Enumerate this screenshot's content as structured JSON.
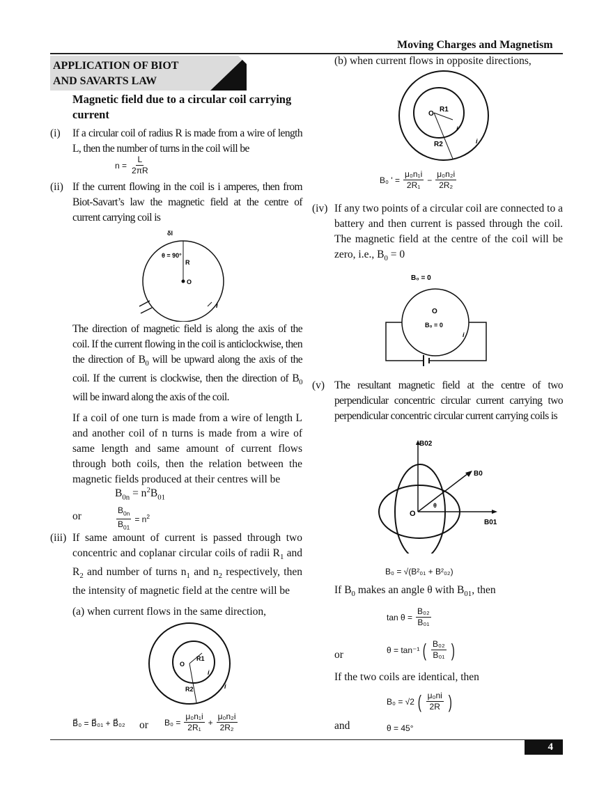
{
  "header": {
    "title": "Moving Charges and Magnetism"
  },
  "section": {
    "title_line1": "APPLICATION OF BIOT",
    "title_line2": "AND SAVARTS LAW",
    "subheading": "Magnetic field due to a circular coil carrying current"
  },
  "items": {
    "i": {
      "label": "(i)",
      "text": "If a circular coil of radius R is made from a wire of length L, then the number of turns in the coil will be",
      "formula": {
        "lhs": "n =",
        "num": "L",
        "den": "2πR"
      }
    },
    "ii": {
      "label": "(ii)",
      "text": "If the current flowing in the coil is i amperes, then from Biot-Savart’s law the magnetic field at the centre of current carrying coil is",
      "diagram": {
        "dl": "δl",
        "angle": "θ = 90°",
        "radius": "R",
        "center": "O",
        "current": "i"
      }
    },
    "direction_para": [
      "The direction of magnetic field is along the axis of the coil. If the current flowing in the coil is anticlockwise, then the direction of B",
      {
        "sub": "0"
      },
      " will be upward along the axis of the coil. If the current is clockwise, then the direction of B",
      {
        "sub": "0"
      },
      " will be inward along the axis of the coil."
    ],
    "n_turns_para": "If a coil of one turn is made from a wire of length L and another coil of n turns is made from a wire of same length and same amount of current flows through both coils, then the relation between the magnetic fields produced at their centres will be",
    "relation": {
      "b0n": "B",
      "b0n_sub": "0n",
      "eq": " = n",
      "sup": "2",
      "b": "B",
      "b_sub": "01"
    },
    "or_label": "or",
    "ratio": {
      "num": "B",
      "num_sub": "0n",
      "den": "B",
      "den_sub": "01",
      "rhs": "= n",
      "rhs_sup": "2"
    },
    "iii": {
      "label": "(iii)",
      "text": [
        "If same amount of current is passed through two concentric and coplanar circular coils of radii R",
        {
          "sub": "1"
        },
        " and R",
        {
          "sub": "2"
        },
        " and number of turns n",
        {
          "sub": "1"
        },
        " and n",
        {
          "sub": "2"
        },
        " respectively, then the intensity of magnetic field at the centre will be"
      ],
      "a": "(a) when current flows in the same direction,",
      "diagram_a": {
        "center": "O",
        "r1": "R1",
        "r2": "R2",
        "i1": "i",
        "i2": "i"
      },
      "vector_formula": "B⃗₀ = B⃗₀₁ + B⃗₀₂",
      "or_label": "or",
      "formula_a": {
        "lhs": "B₀ =",
        "t1_num": "μ₀n₁i",
        "t1_den": "2R₁",
        "op": "+",
        "t2_num": "μ₀n₂i",
        "t2_den": "2R₂"
      },
      "b": "(b) when current flows in opposite directions,",
      "diagram_b": {
        "center": "O",
        "r1": "R1",
        "r2": "R2",
        "i1": "i",
        "i2": "i"
      },
      "formula_b": {
        "lhs": "B₀ ' =",
        "t1_num": "μ₀n₁i",
        "t1_den": "2R₁",
        "op": "−",
        "t2_num": "μ₀n₂i",
        "t2_den": "2R₂"
      }
    },
    "iv": {
      "label": "(iv)",
      "text": [
        "If any two points of a circular coil are connected to a battery and then current is passed through the coil. The magnetic field at the centre of the coil will be zero, i.e., B",
        {
          "sub": "0"
        },
        " = 0"
      ],
      "diagram": {
        "top": "B₀ = 0",
        "center": "O",
        "inner": "B₀ = 0",
        "current": "i"
      }
    },
    "v": {
      "label": "(v)",
      "text": "The resultant magnetic field at the centre of two perpendicular concentric circular current carrying two perpendicular concentric circular current carrying coils is",
      "diagram": {
        "b02": "B02",
        "b0": "B0",
        "b01": "B01",
        "theta": "θ",
        "center": "O"
      },
      "formula": "B₀ = √(B²₀₁ + B²₀₂)",
      "angle_text": [
        "If B",
        {
          "sub": "0"
        },
        " makes an angle θ with B",
        {
          "sub": "01"
        },
        ", then"
      ],
      "tan": {
        "lhs": "tan θ =",
        "num": "B₀₂",
        "den": "B₀₁"
      },
      "or_label": "or",
      "theta": {
        "lhs": "θ = tan⁻¹",
        "num": "B₀₂",
        "den": "B₀₁"
      },
      "identical_text": "If the two coils are identical, then",
      "identical": {
        "lhs": "B₀ = √2",
        "num": "μ₀ni",
        "den": "2R"
      },
      "and_label": "and",
      "angle": "θ = 45°"
    }
  },
  "footer": {
    "page_number": "4"
  }
}
